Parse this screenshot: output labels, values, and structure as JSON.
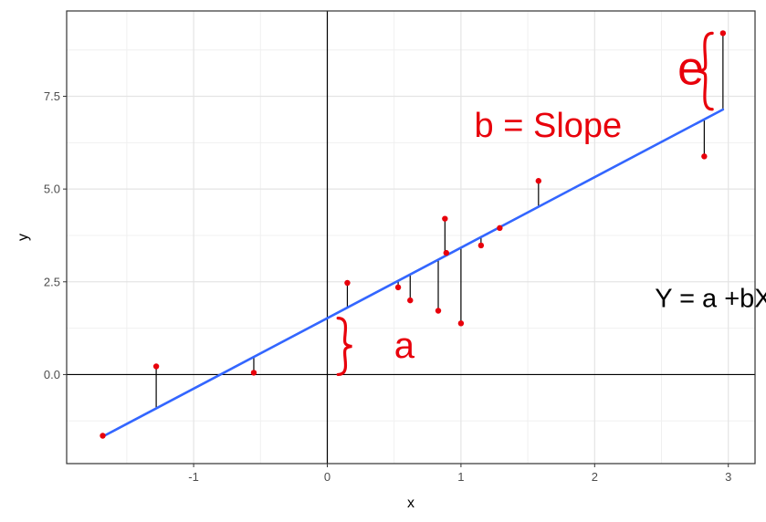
{
  "chart_data": {
    "type": "scatter",
    "title": "",
    "xlabel": "x",
    "ylabel": "y",
    "xlim": [
      -1.95,
      3.2
    ],
    "ylim": [
      -2.4,
      9.8
    ],
    "x_ticks": [
      -1,
      0,
      1,
      2,
      3
    ],
    "x_tick_labels": [
      "-1",
      "0",
      "1",
      "2",
      "3"
    ],
    "y_ticks": [
      0,
      2.5,
      5,
      7.5
    ],
    "y_tick_labels": [
      "0.0",
      "2.5",
      "5.0",
      "7.5"
    ],
    "grid": true,
    "legend": "none",
    "regression": {
      "intercept": 1.52,
      "slope": 1.9,
      "x_range": [
        -1.68,
        2.96
      ],
      "color": "#3366ff"
    },
    "points": [
      {
        "x": -1.68,
        "y": -1.65
      },
      {
        "x": -1.28,
        "y": 0.22
      },
      {
        "x": -0.55,
        "y": 0.05
      },
      {
        "x": 0.15,
        "y": 2.47
      },
      {
        "x": 0.53,
        "y": 2.35
      },
      {
        "x": 0.62,
        "y": 2.0
      },
      {
        "x": 0.83,
        "y": 1.72
      },
      {
        "x": 0.88,
        "y": 4.2
      },
      {
        "x": 0.89,
        "y": 3.28
      },
      {
        "x": 1.0,
        "y": 1.38
      },
      {
        "x": 1.15,
        "y": 3.48
      },
      {
        "x": 1.29,
        "y": 3.95
      },
      {
        "x": 1.58,
        "y": 5.22
      },
      {
        "x": 2.82,
        "y": 5.88
      },
      {
        "x": 2.96,
        "y": 9.2
      }
    ],
    "point_color": "#e8000b",
    "annotations": [
      {
        "id": "equation",
        "text": "Y = a +bX + e",
        "x": 2.45,
        "y": 1.82,
        "color": "#000000"
      },
      {
        "id": "slope",
        "text": "b = Slope",
        "x": 1.1,
        "y": 6.4,
        "color": "#e8000b"
      },
      {
        "id": "intercept",
        "text": "a",
        "x": 0.5,
        "y": 0.45,
        "color": "#e8000b"
      },
      {
        "id": "error",
        "text": "e",
        "x": 2.62,
        "y": 7.82,
        "color": "#e8000b"
      }
    ],
    "brace_intercept": {
      "x": 0.08,
      "y_from": 0.0,
      "y_to": 1.52
    },
    "brace_error": {
      "x": 2.88,
      "y_from": 7.15,
      "y_to": 9.2
    }
  }
}
